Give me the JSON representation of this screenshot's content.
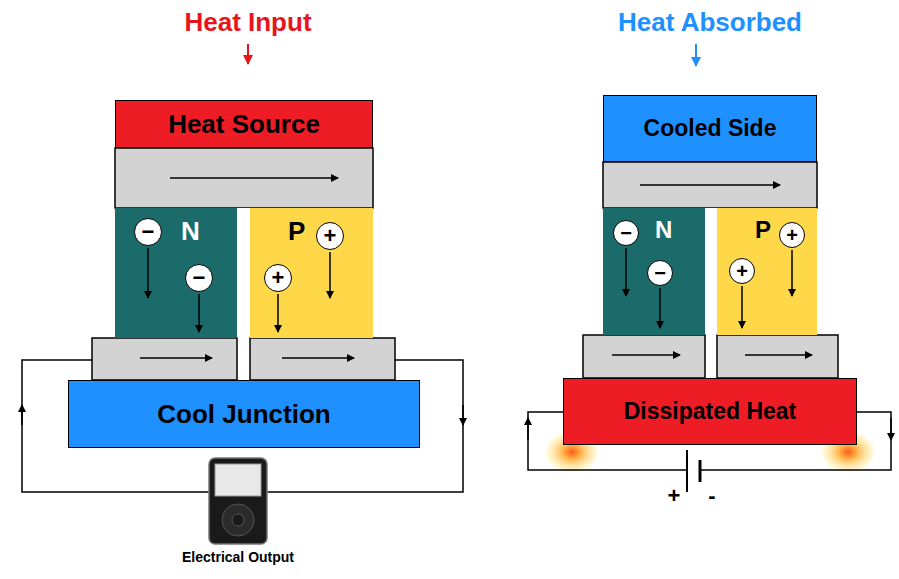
{
  "diagram": {
    "nodes": [
      {
        "text": [
          "Heat Source"
        ]
      },
      {
        "text": [
          "N"
        ]
      },
      {
        "text": [
          "−"
        ],
        "in": 1
      },
      {
        "text": [
          "−"
        ],
        "in": 1
      },
      {
        "text": [
          "P"
        ]
      },
      {
        "text": [
          "+"
        ],
        "in": 4
      },
      {
        "text": [
          "+"
        ],
        "in": 4
      },
      {
        "text": [
          "Cool Junction"
        ]
      },
      {
        "text": [
          "Cooled Side"
        ]
      },
      {
        "text": [
          "N"
        ]
      },
      {
        "text": [
          "−"
        ],
        "in": 9
      },
      {
        "text": [
          "−"
        ],
        "in": 9
      },
      {
        "text": [
          "P"
        ]
      },
      {
        "text": [
          "+"
        ],
        "in": 12
      },
      {
        "text": [
          "+"
        ],
        "in": 12
      },
      {
        "text": [
          "Dissipated Heat"
        ]
      }
    ],
    "labels": [
      "Heat Input",
      "Electrical Output",
      "Heat Absorbed",
      "+",
      "-"
    ]
  }
}
